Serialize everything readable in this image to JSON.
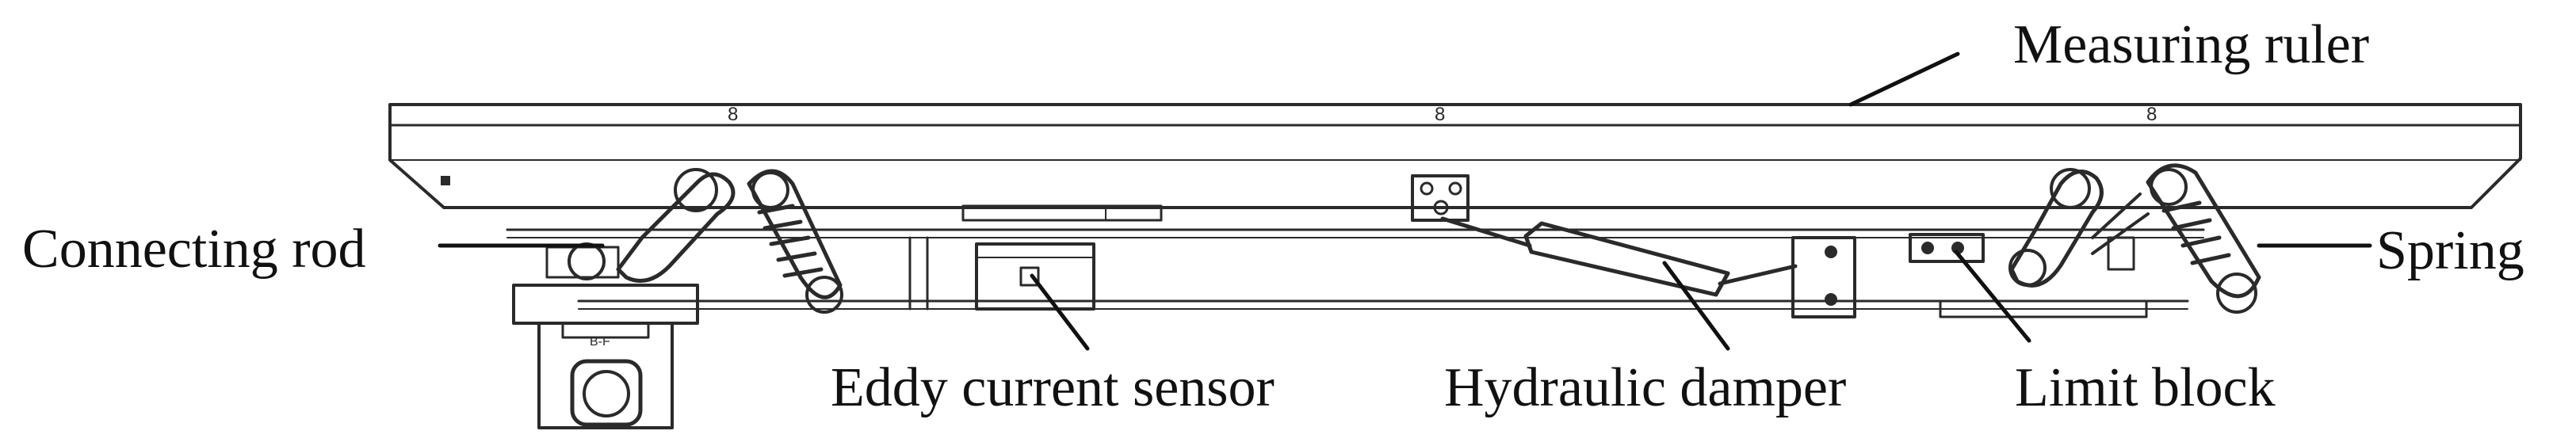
{
  "labels": {
    "measuring_ruler": "Measuring ruler",
    "connecting_rod": "Connecting rod",
    "spring": "Spring",
    "eddy_current_sensor": "Eddy current sensor",
    "hydraulic_damper": "Hydraulic damper",
    "limit_block": "Limit block"
  },
  "colors": {
    "stroke": "#2a2a2a",
    "text": "#111111",
    "background": "#ffffff"
  }
}
